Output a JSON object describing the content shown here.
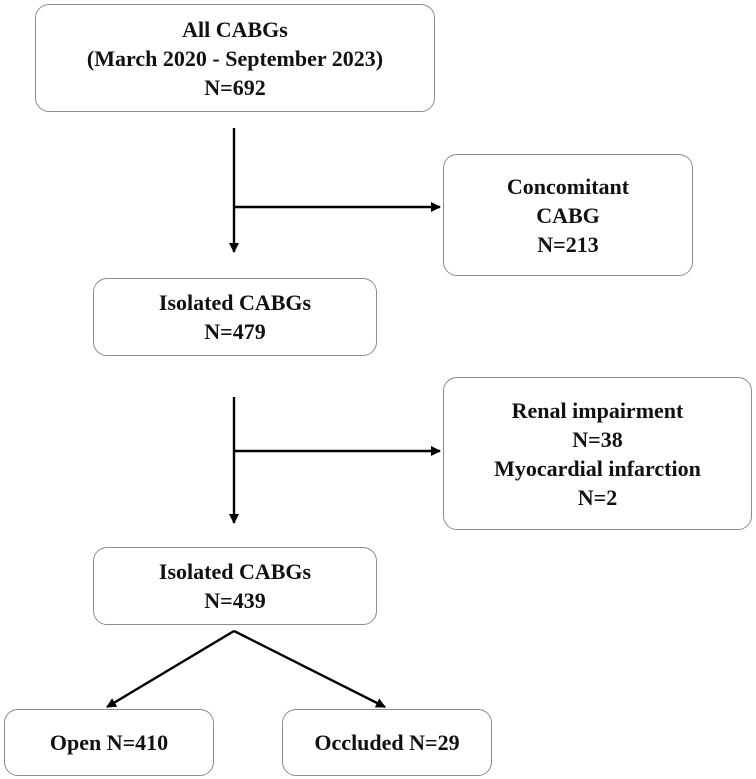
{
  "boxes": {
    "all_cabgs": {
      "line1": "All CABGs",
      "line2": "(March 2020 - September 2023)",
      "line3": "N=692"
    },
    "concomitant": {
      "line1": "Concomitant",
      "line2": "CABG",
      "line3": "N=213"
    },
    "isolated_1": {
      "line1": "Isolated CABGs",
      "line2": "N=479"
    },
    "exclusions": {
      "line1": "Renal impairment",
      "line2": "N=38",
      "line3": "Myocardial infarction",
      "line4": "N=2"
    },
    "isolated_2": {
      "line1": "Isolated CABGs",
      "line2": "N=439"
    },
    "open": {
      "line1": "Open N=410"
    },
    "occluded": {
      "line1": "Occluded N=29"
    }
  },
  "colors": {
    "box_border": "#8c8c8c",
    "arrow": "#000000",
    "text": "#111111"
  }
}
